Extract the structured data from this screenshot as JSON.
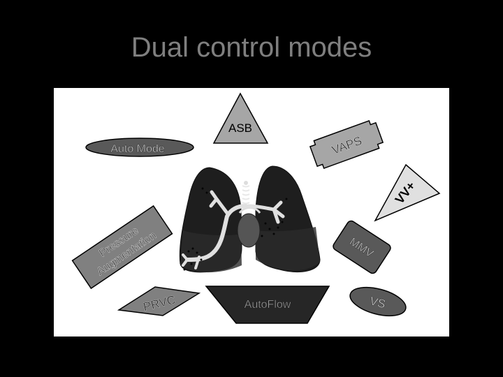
{
  "slide": {
    "title": "Dual control modes",
    "background_color": "#000000",
    "title_color": "#7f7f7f",
    "panel_color": "#ffffff"
  },
  "diagram": {
    "center_image": "lungs-icon",
    "modes": [
      {
        "label": "ASB",
        "shape": "triangle",
        "fill": "#a6a6a6"
      },
      {
        "label": "Auto Mode",
        "shape": "ellipse",
        "fill": "#595959"
      },
      {
        "label": "VAPS",
        "shape": "notched-rectangle",
        "fill": "#a6a6a6"
      },
      {
        "label": "VV+",
        "shape": "triangle",
        "fill": "#e0e0e0"
      },
      {
        "label": "Pressure",
        "label2": "Augmentation",
        "shape": "rectangle",
        "fill": "#808080"
      },
      {
        "label": "MMV",
        "shape": "rounded-rectangle",
        "fill": "#595959"
      },
      {
        "label": "PRVC",
        "shape": "parallelogram",
        "fill": "#808080"
      },
      {
        "label": "AutoFlow",
        "shape": "trapezoid",
        "fill": "#262626"
      },
      {
        "label": "VS",
        "shape": "ellipse",
        "fill": "#595959"
      }
    ]
  }
}
